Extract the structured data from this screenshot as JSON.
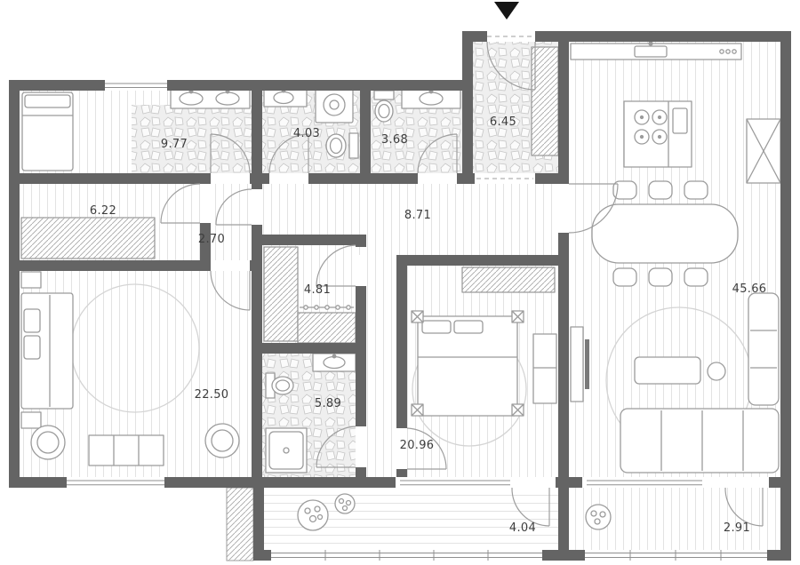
{
  "plan": {
    "type": "apartment-floor-plan",
    "colors": {
      "wall": "#646464",
      "furniture_line": "#9b9b9b",
      "floor_line": "#e3e3e3",
      "label": "#3d3d3d",
      "entrance_arrow": "#151515"
    }
  },
  "rooms": [
    {
      "id": "utility-bedroom",
      "area": "9.77"
    },
    {
      "id": "bathroom-1",
      "area": "4.03"
    },
    {
      "id": "bathroom-2",
      "area": "3.68"
    },
    {
      "id": "entry-hall",
      "area": "6.45"
    },
    {
      "id": "wardrobe-room",
      "area": "6.22"
    },
    {
      "id": "vestibule",
      "area": "2.70"
    },
    {
      "id": "corridor",
      "area": "8.71"
    },
    {
      "id": "walk-in-closet",
      "area": "4.81"
    },
    {
      "id": "bedroom-left",
      "area": "22.50"
    },
    {
      "id": "bathroom-3",
      "area": "5.89"
    },
    {
      "id": "bedroom-middle",
      "area": "20.96"
    },
    {
      "id": "living-kitchen",
      "area": "45.66"
    },
    {
      "id": "balcony-left",
      "area": "4.04"
    },
    {
      "id": "balcony-right",
      "area": "2.91"
    }
  ]
}
